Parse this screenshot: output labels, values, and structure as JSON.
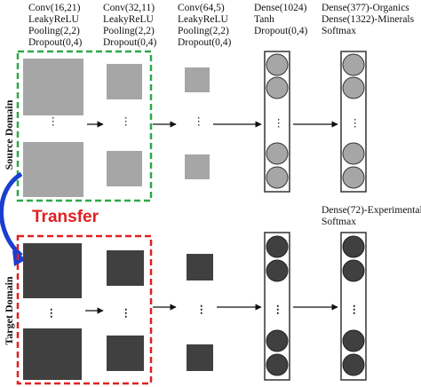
{
  "source_domain_label": "Source Domain",
  "target_domain_label": "Target Domain",
  "transfer_label": "Transfer",
  "top_columns": [
    {
      "lines": [
        "Conv(16,21)",
        "LeakyReLU",
        "Pooling(2,2)",
        "Dropout(0,4)"
      ]
    },
    {
      "lines": [
        "Conv(32,11)",
        "LeakyReLU",
        "Pooling(2,2)",
        "Dropout(0,4)"
      ]
    },
    {
      "lines": [
        "Conv(64,5)",
        "LeakyReLU",
        "Pooling(2,2)",
        "Dropout(0,4)"
      ]
    },
    {
      "lines": [
        "Dense(1024)",
        "Tanh",
        "Dropout(0,4)"
      ]
    },
    {
      "lines": [
        "Dense(377)-Organics",
        "Dense(1322)-Minerals",
        "Softmax"
      ]
    }
  ],
  "target_output_lines": [
    "Dense(72)-Experimental",
    "Softmax"
  ],
  "ellipsis": "⋮",
  "colors": {
    "source_fill": "#a6a6a6",
    "target_fill": "#404040",
    "source_border": "#2ea84a",
    "target_border": "#e02020",
    "transfer_arrow": "#1a3fcf"
  }
}
